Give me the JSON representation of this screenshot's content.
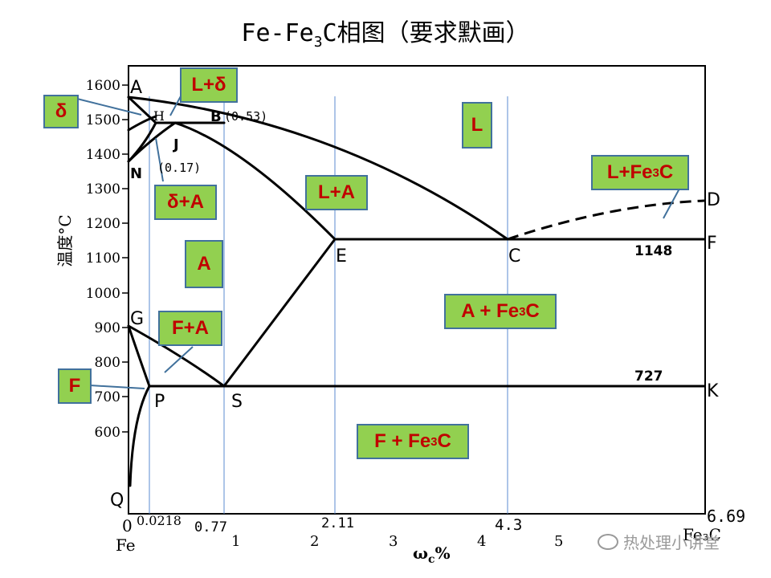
{
  "title": {
    "pre": "Fe-Fe",
    "sub": "3",
    "post": "C相图（要求默画）"
  },
  "y_axis_label": "温度°C",
  "x_axis_label": {
    "main": "ω",
    "sub": "c",
    "post": "%"
  },
  "y_ticks": [
    "1600",
    "1500",
    "1400",
    "1300",
    "1200",
    "1100",
    "1000",
    "900",
    "800",
    "700",
    "600"
  ],
  "x_ticks": {
    "zero": "0",
    "fe": "Fe",
    "t0218": "0.0218",
    "t077": "0.77",
    "t1": "1",
    "t2": "2",
    "t211": "2.11",
    "t3": "3",
    "t4": "4",
    "t43": "4.3",
    "t5": "5",
    "t669": "6.69",
    "fe3c": "Fe₃C"
  },
  "points": {
    "A": "A",
    "H": "H",
    "B": "B",
    "J": "J",
    "N": "N",
    "E": "E",
    "C": "C",
    "D": "D",
    "F": "F",
    "G": "G",
    "P": "P",
    "S": "S",
    "K": "K",
    "Q": "Q"
  },
  "annotations": {
    "b053": "(0.53)",
    "j017": "(0.17)",
    "t1148": "1148",
    "t727": "727"
  },
  "phase_labels": {
    "delta": "δ",
    "l_delta": "L+δ",
    "l": "L",
    "l_fe3c": {
      "pre": "L+Fe",
      "sub": "3",
      "post": "C"
    },
    "delta_a": "δ+A",
    "l_a": "L+A",
    "a": "A",
    "f_a": "F+A",
    "a_fe3c": {
      "pre": "A + Fe",
      "sub": "3",
      "post": "C"
    },
    "f": "F",
    "f_fe3c": {
      "pre": "F + Fe",
      "sub": "3",
      "post": "C"
    }
  },
  "watermark": "热处理小讲堂",
  "colors": {
    "box_fill": "#92d050",
    "box_border": "#41719c",
    "box_text": "#c00000",
    "guide": "#5b8bd0"
  }
}
